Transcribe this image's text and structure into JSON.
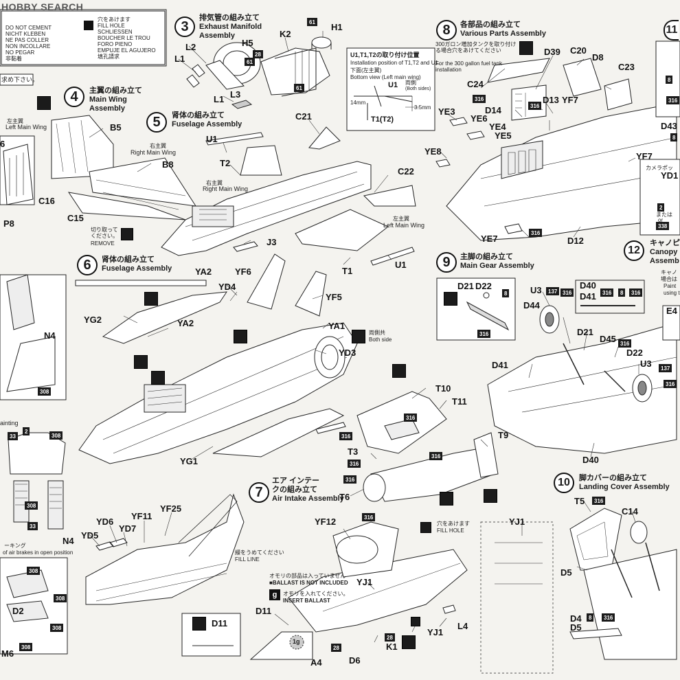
{
  "watermark": "HOBBY SEARCH",
  "cement_legend": {
    "lines": [
      "DO NOT CEMENT",
      "NICHT KLEBEN",
      "NE PAS COLLER",
      "NON INCOLLARE",
      "NO PEGAR",
      "&#38750;&#40655;&#30528;"
    ]
  },
  "fillhole_legend": {
    "jp": "&#31348;&#12434;&#12354;&#12369;&#12414;&#12377;",
    "lines": [
      "FILL HOLE",
      "SCHLIESSEN",
      "BOUCHER LE TROU",
      "FORO PIENO",
      "EMPUJE EL AGUJERO",
      "&#22635;&#23380;&#35531;&#27714;"
    ]
  },
  "top_left_note": "&#27714;&#12417;&#19979;&#12373;&#12356;&#12290;",
  "steps": {
    "s3": {
      "num": "3",
      "jp": "&#25490;&#27671;&#31649;&#12398;&#32068;&#12415;&#31435;&#12390;",
      "en": "Exhaust Manifold Assembly"
    },
    "s4": {
      "num": "4",
      "jp": "&#20027;&#32764;&#12398;&#32068;&#12415;&#31435;&#12390;",
      "en": "Main Wing Assembly"
    },
    "s5": {
      "num": "5",
      "jp": "&#32958;&#20307;&#12398;&#32068;&#12415;&#31435;&#12390;",
      "en": "Fuselage Assembly"
    },
    "s6": {
      "num": "6",
      "jp": "&#32958;&#20307;&#12398;&#32068;&#12415;&#31435;&#12390;",
      "en": "Fuselage Assembly"
    },
    "s7": {
      "num": "7",
      "jp": "&#12456;&#12450; &#12452;&#12531;&#12486;&#12540;&#12463;&#12398;&#32068;&#12415;&#31435;&#12390;",
      "en": "Air Intake Assembly"
    },
    "s8": {
      "num": "8",
      "jp": "&#21508;&#37096;&#21697;&#12398;&#32068;&#12415;&#31435;&#12390;",
      "en": "Various Parts Assembly"
    },
    "s9": {
      "num": "9",
      "jp": "&#20027;&#33050;&#12398;&#32068;&#12415;&#31435;&#12390;",
      "en": "Main Gear Assembly"
    },
    "s10": {
      "num": "10",
      "jp": "&#33050;&#12459;&#12496;&#12540;&#12398;&#32068;&#12415;&#31435;&#12390;",
      "en": "Landing Cover Assembly"
    },
    "s11": {
      "num": "11"
    },
    "s12": {
      "num": "12",
      "jp": "&#12461;&#12515;&#12494;&#12500;",
      "en": "Canopy",
      "en2": "Assemb"
    }
  },
  "notes": {
    "u1_title": "U1,T1,T2&#12398;&#21462;&#12426;&#20184;&#12369;&#20301;&#32622;",
    "u1_en": "Installation position of T1,T2 and U1.",
    "u1_jp2": "&#19979;&#38754;(&#24038;&#20027;&#32764;)",
    "u1_en2": "Bottom view (Left main wing)",
    "u1_part": "U1",
    "both_sides_jp": "&#20001;&#20596;",
    "both_sides": "(Both sides)",
    "dim_14": "14mm",
    "dim_35": "3.5mm",
    "t1t2": "T1(T2)",
    "tank_jp": "300&#12460;&#12525;&#12531;&#22679;&#21152;&#12479;&#12531;&#12463;&#12434;&#21462;&#12426;&#20184;&#12369;&#12427;&#22580;&#21512;&#31348;&#12434;&#12354;&#12369;&#12390;&#12367;&#12384;&#12373;&#12356;",
    "tank_en": "For the 300 gallon fuel tank installation",
    "remove_jp": "&#20999;&#12426;&#21462;&#12387;&#12390;&#12367;&#12384;&#12373;&#12356;&#12290;",
    "remove": "REMOVE",
    "right_wing_jp": "&#21491;&#20027;&#32764;",
    "right_wing": "Right Main Wing",
    "left_wing_jp": "&#24038;&#20027;&#32764;",
    "left_wing": "Left Main Wing",
    "both_side_jp": "&#20001;&#20596;&#20849;",
    "both_side": "Both side",
    "fill_line_jp": "&#32309;&#12434;&#12358;&#12417;&#12390;&#12367;&#12384;&#12373;&#12356;",
    "fill_line": "FILL LINE",
    "ballast_jp": "&#12458;&#12514;&#12522;&#12398;&#37096;&#21697;&#12399;&#20837;&#12387;&#12390;&#12356;&#12414;&#12379;&#12435;",
    "ballast": "&#9632;BALLAST IS NOT INCLUDED",
    "insert_jp": "&#12458;&#12514;&#12522;&#12434;&#20837;&#12428;&#12390;&#12367;&#12384;&#12373;&#12356;&#12290;",
    "insert": "INSERT BALLAST",
    "fill_hole_jp": "&#31348;&#12434;&#12354;&#12369;&#12414;&#12377;",
    "fill_hole": "FILL HOLE",
    "painting": "ainting",
    "air_brakes": "&#12540;&#12461;&#12531;&#12464;",
    "air_brakes_en": "of air brakes in open position",
    "camera_jp": "&#12459;&#12513;&#12521;&#12509;&#12483;",
    "mata": "&#12414;&#12383;&#12399;",
    "or": "or",
    "canopy_jp2": "&#12461;&#12515;&#12494;",
    "canopy_jp3": "&#22580;&#21512;&#12399;",
    "paint": "Paint",
    "using": "using t",
    "weight_1g": "1g"
  },
  "parts": [
    "H1",
    "K2",
    "H5",
    "L2",
    "L1",
    "L1",
    "L3",
    "B5",
    "B8",
    "C16",
    "C15",
    "P8",
    "6",
    "U1",
    "T2",
    "C21",
    "C22",
    "J3",
    "T1",
    "U1",
    "C20",
    "D8",
    "D39",
    "C23",
    "C24",
    "YE3",
    "YE6",
    "YE4",
    "YE5",
    "D14",
    "D13",
    "YF7",
    "YF7",
    "YE8",
    "YE7",
    "D12",
    "D43",
    "YD1",
    "D21",
    "D22",
    "D44",
    "U3",
    "D40",
    "D41",
    "D45",
    "D22",
    "U3",
    "D21",
    "D41",
    "D40",
    "E4",
    "YA2",
    "YF6",
    "YD4",
    "YG2",
    "YA2",
    "YF5",
    "YA1",
    "YD3",
    "YG1",
    "N4",
    "N4",
    "T10",
    "T11",
    "T3",
    "T6",
    "T9",
    "M6",
    "D2",
    "YD6",
    "YF11",
    "YF25",
    "YD5",
    "YD7",
    "YF12",
    "YJ1",
    "YJ1",
    "YJ1",
    "D11",
    "D11",
    "K1",
    "A4",
    "D6",
    "L4",
    "T5",
    "C14",
    "D5",
    "D4",
    "D5",
    "6"
  ],
  "paint_codes": [
    "61",
    "28",
    "61",
    "61",
    "316",
    "316",
    "316",
    "137",
    "316",
    "316",
    "8",
    "316",
    "316",
    "137",
    "316",
    "8",
    "316",
    "308",
    "2",
    "33",
    "308",
    "308",
    "33",
    "308",
    "308",
    "308",
    "308",
    "316",
    "316",
    "316",
    "316",
    "316",
    "316",
    "28",
    "28",
    "316",
    "8",
    "316",
    "316",
    "8",
    "8",
    "2",
    "338"
  ]
}
